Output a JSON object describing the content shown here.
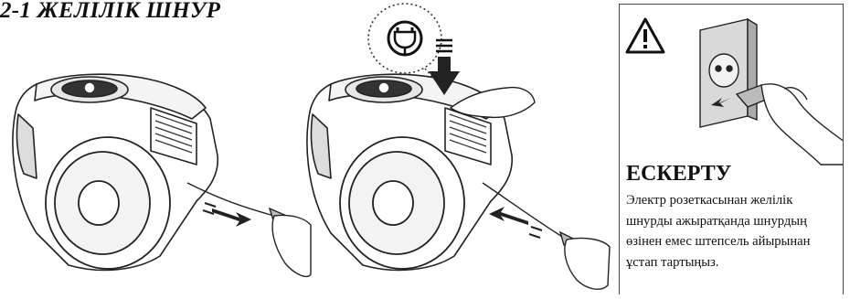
{
  "section": {
    "title": "2-1 ЖЕЛІЛІК ШНУР"
  },
  "warning": {
    "title": "ЕСКЕРТУ",
    "lines": [
      "Электр розеткасынан желілік",
      "шнурды ажыратқанда шнурдың",
      "өзінен емес штепсель айырынан",
      "ұстап тартыңыз."
    ]
  },
  "icons": {
    "warning": "warning-triangle-icon",
    "plug_button": "plug-button-icon",
    "press_arrow": "press-down-arrow-icon",
    "pull_arrow": "pull-out-arrow-icon",
    "retract_arrow": "retract-arrow-icon"
  }
}
